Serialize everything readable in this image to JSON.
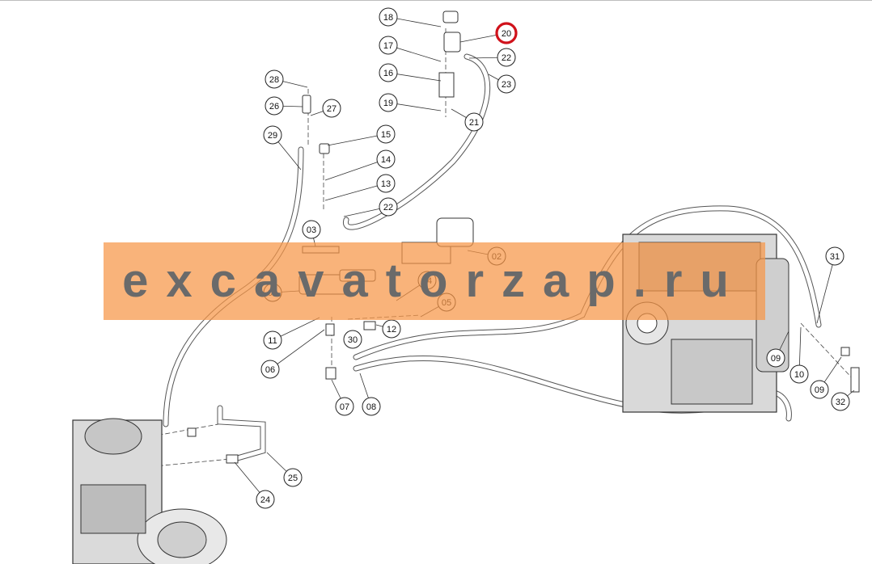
{
  "watermark": {
    "text": "excavatorzap.ru"
  },
  "highlight": {
    "part": "20",
    "color": "#d0121b"
  },
  "callouts": [
    {
      "id": "c18",
      "label": "18"
    },
    {
      "id": "c20",
      "label": "20"
    },
    {
      "id": "c17",
      "label": "17"
    },
    {
      "id": "c22a",
      "label": "22"
    },
    {
      "id": "c16",
      "label": "16"
    },
    {
      "id": "c23",
      "label": "23"
    },
    {
      "id": "c28",
      "label": "28"
    },
    {
      "id": "c26",
      "label": "26"
    },
    {
      "id": "c27",
      "label": "27"
    },
    {
      "id": "c19",
      "label": "19"
    },
    {
      "id": "c21",
      "label": "21"
    },
    {
      "id": "c29",
      "label": "29"
    },
    {
      "id": "c15",
      "label": "15"
    },
    {
      "id": "c14",
      "label": "14"
    },
    {
      "id": "c13",
      "label": "13"
    },
    {
      "id": "c22b",
      "label": "22"
    },
    {
      "id": "c03",
      "label": "03"
    },
    {
      "id": "c02",
      "label": "02"
    },
    {
      "id": "c01",
      "label": "01"
    },
    {
      "id": "c04",
      "label": "04"
    },
    {
      "id": "c05",
      "label": "05"
    },
    {
      "id": "c12",
      "label": "12"
    },
    {
      "id": "c11",
      "label": "11"
    },
    {
      "id": "c30",
      "label": "30"
    },
    {
      "id": "c06",
      "label": "06"
    },
    {
      "id": "c07",
      "label": "07"
    },
    {
      "id": "c08",
      "label": "08"
    },
    {
      "id": "c31",
      "label": "31"
    },
    {
      "id": "c09a",
      "label": "09"
    },
    {
      "id": "c10",
      "label": "10"
    },
    {
      "id": "c09b",
      "label": "09"
    },
    {
      "id": "c32",
      "label": "32"
    },
    {
      "id": "c25",
      "label": "25"
    },
    {
      "id": "c24",
      "label": "24"
    }
  ]
}
